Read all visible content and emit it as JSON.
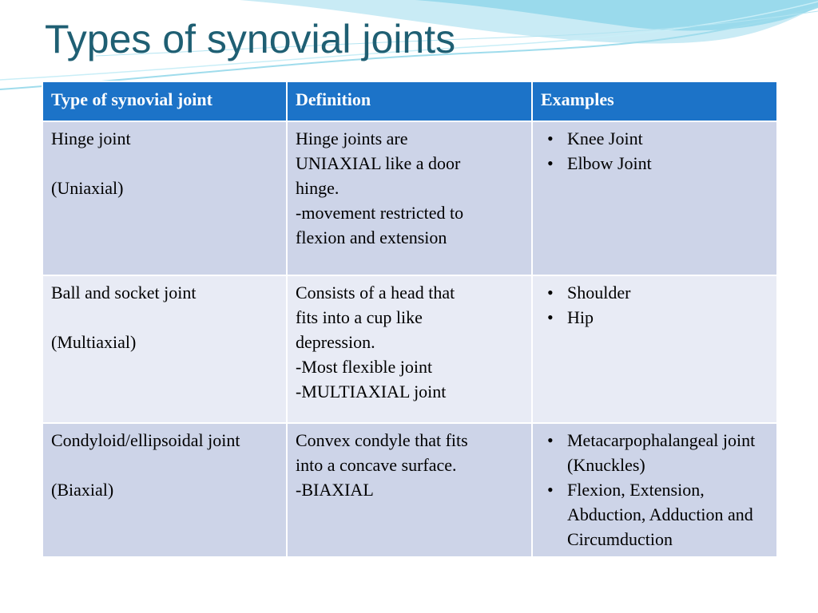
{
  "slide": {
    "title": "Types of synovial joints"
  },
  "table": {
    "headers": [
      "Type of synovial joint",
      "Definition",
      "Examples"
    ],
    "rows": [
      {
        "type_name": "Hinge joint",
        "type_axis": "(Uniaxial)",
        "definition": [
          "Hinge joints are",
          "UNIAXIAL like a door",
          "hinge.",
          "-movement restricted to",
          "flexion and extension"
        ],
        "examples": [
          "Knee Joint",
          "Elbow Joint"
        ]
      },
      {
        "type_name": "Ball and socket joint",
        "type_axis": "(Multiaxial)",
        "definition": [
          "Consists of a head that",
          "fits into a cup like",
          "depression.",
          "-Most flexible joint",
          "-MULTIAXIAL joint"
        ],
        "examples": [
          "Shoulder",
          "Hip"
        ]
      },
      {
        "type_name": "Condyloid/ellipsoidal joint",
        "type_axis": "(Biaxial)",
        "definition": [
          "Convex condyle that fits",
          "into a concave surface.",
          "-BIAXIAL"
        ],
        "examples": [
          "Metacarpophalangeal joint (Knuckles)",
          "Flexion, Extension, Abduction, Adduction and Circumduction"
        ]
      }
    ]
  },
  "bullet_glyph": "•",
  "colors": {
    "title": "#1f5f73",
    "header_bg": "#1c73c8",
    "row_dark": "#cdd4e8",
    "row_light": "#e8ebf5",
    "wave": "#7fd0e6"
  }
}
